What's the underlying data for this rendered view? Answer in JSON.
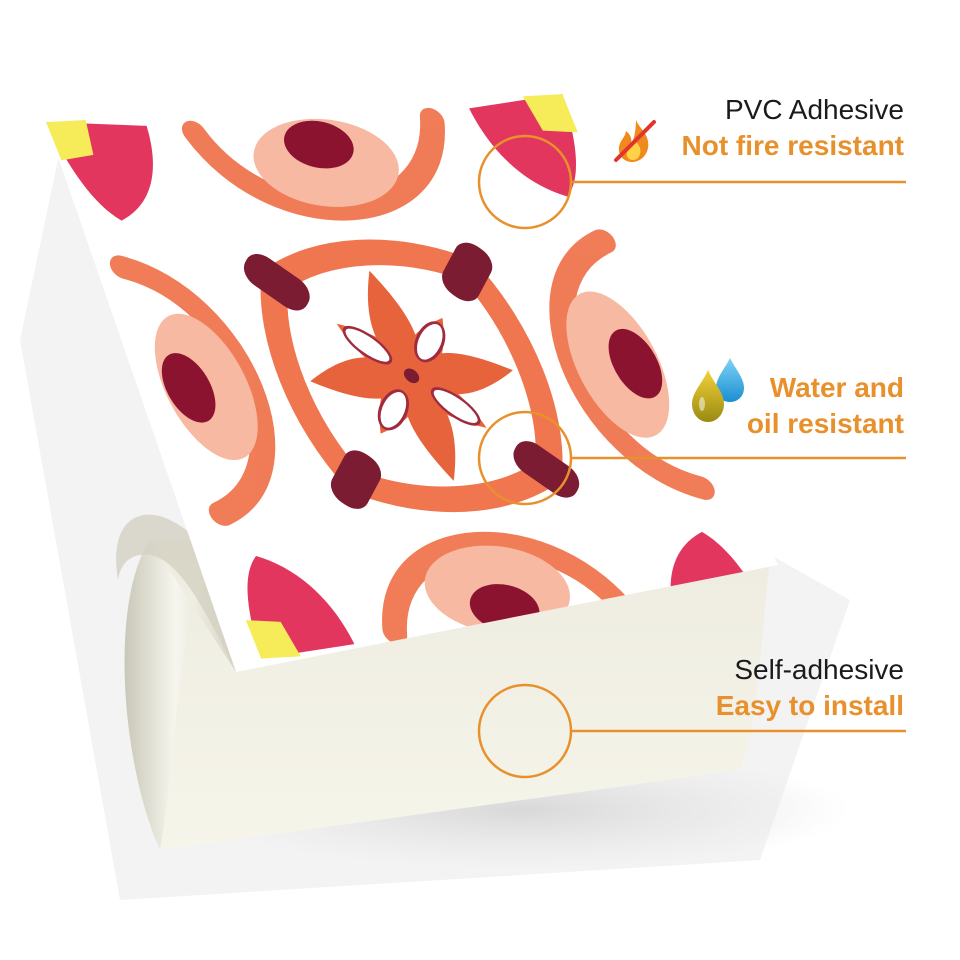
{
  "callouts": {
    "pvc": {
      "title": "PVC Adhesive",
      "feature": "Not fire resistant",
      "icon": "no-fire-icon"
    },
    "water": {
      "feature_line1": "Water and",
      "feature_line2": "oil resistant",
      "icon": "water-oil-drops-icon"
    },
    "self_adhesive": {
      "title": "Self-adhesive",
      "feature": "Easy to install"
    }
  },
  "colors": {
    "accent": "#e8912c",
    "text": "#1b1b1b",
    "tile_coral": "#f0764f",
    "tile_maroon": "#7b1c33",
    "tile_pink": "#e2365f",
    "tile_yellow": "#f6ec5a",
    "backing": "#f3f1e4"
  }
}
